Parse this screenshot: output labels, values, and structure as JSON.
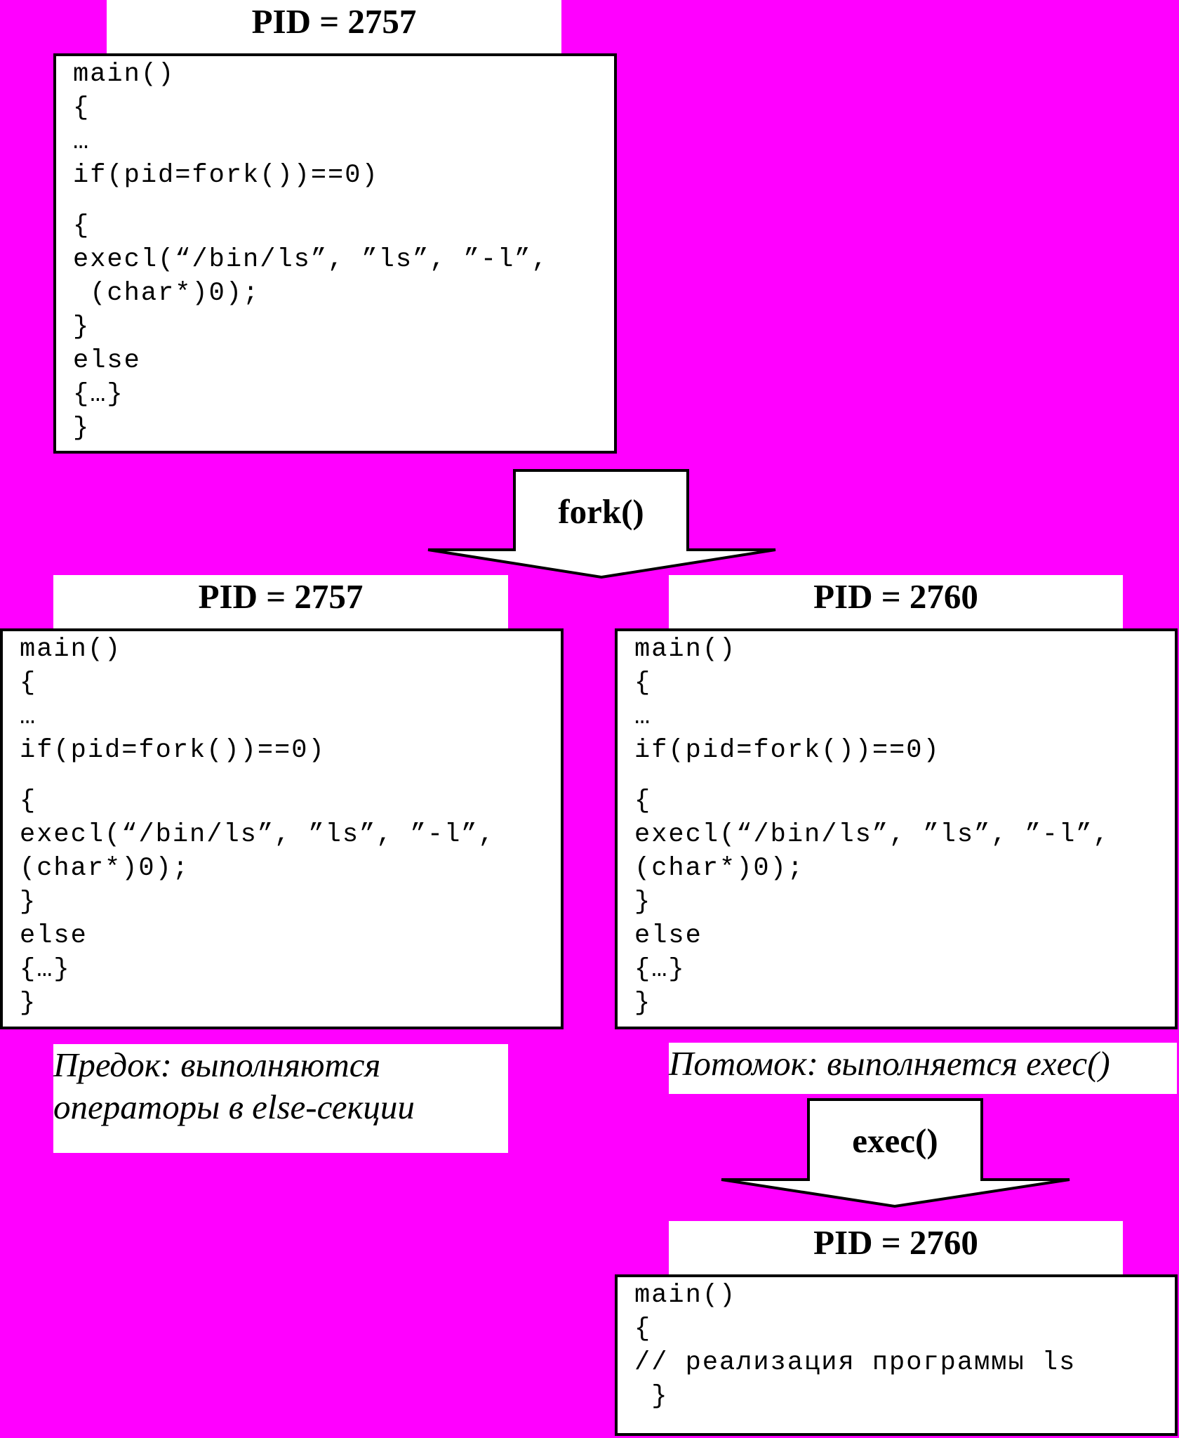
{
  "parent_top": {
    "pid_label": "PID = 2757",
    "code": [
      "main()",
      "{",
      "…",
      "if(pid=fork())==0)",
      "{",
      "execl(“/bin/ls”, ”ls”, ”-l”,",
      " (char*)0);",
      "}",
      "else",
      "{…}",
      "}"
    ]
  },
  "fork_arrow": {
    "label": "fork()"
  },
  "parent_after": {
    "pid_label": "PID = 2757",
    "code": [
      "main()",
      "{",
      "…",
      "if(pid=fork())==0)",
      "{",
      "execl(“/bin/ls”, ”ls”, ”-l”,",
      "(char*)0);",
      "}",
      "else",
      "{…}",
      "}"
    ],
    "caption": [
      "Предок: выполняются",
      "операторы в else-секции"
    ]
  },
  "child_after": {
    "pid_label": "PID = 2760",
    "code": [
      "main()",
      "{",
      "…",
      "if(pid=fork())==0)",
      "{",
      "execl(“/bin/ls”, ”ls”, ”-l”,",
      "(char*)0);",
      "}",
      "else",
      "{…}",
      "}"
    ],
    "caption": [
      "Потомок: выполняется exec()"
    ]
  },
  "exec_arrow": {
    "label": "exec()"
  },
  "child_exec": {
    "pid_label": "PID = 2760",
    "code": [
      "main()",
      "{",
      "// реализация программы ls",
      " }"
    ]
  }
}
